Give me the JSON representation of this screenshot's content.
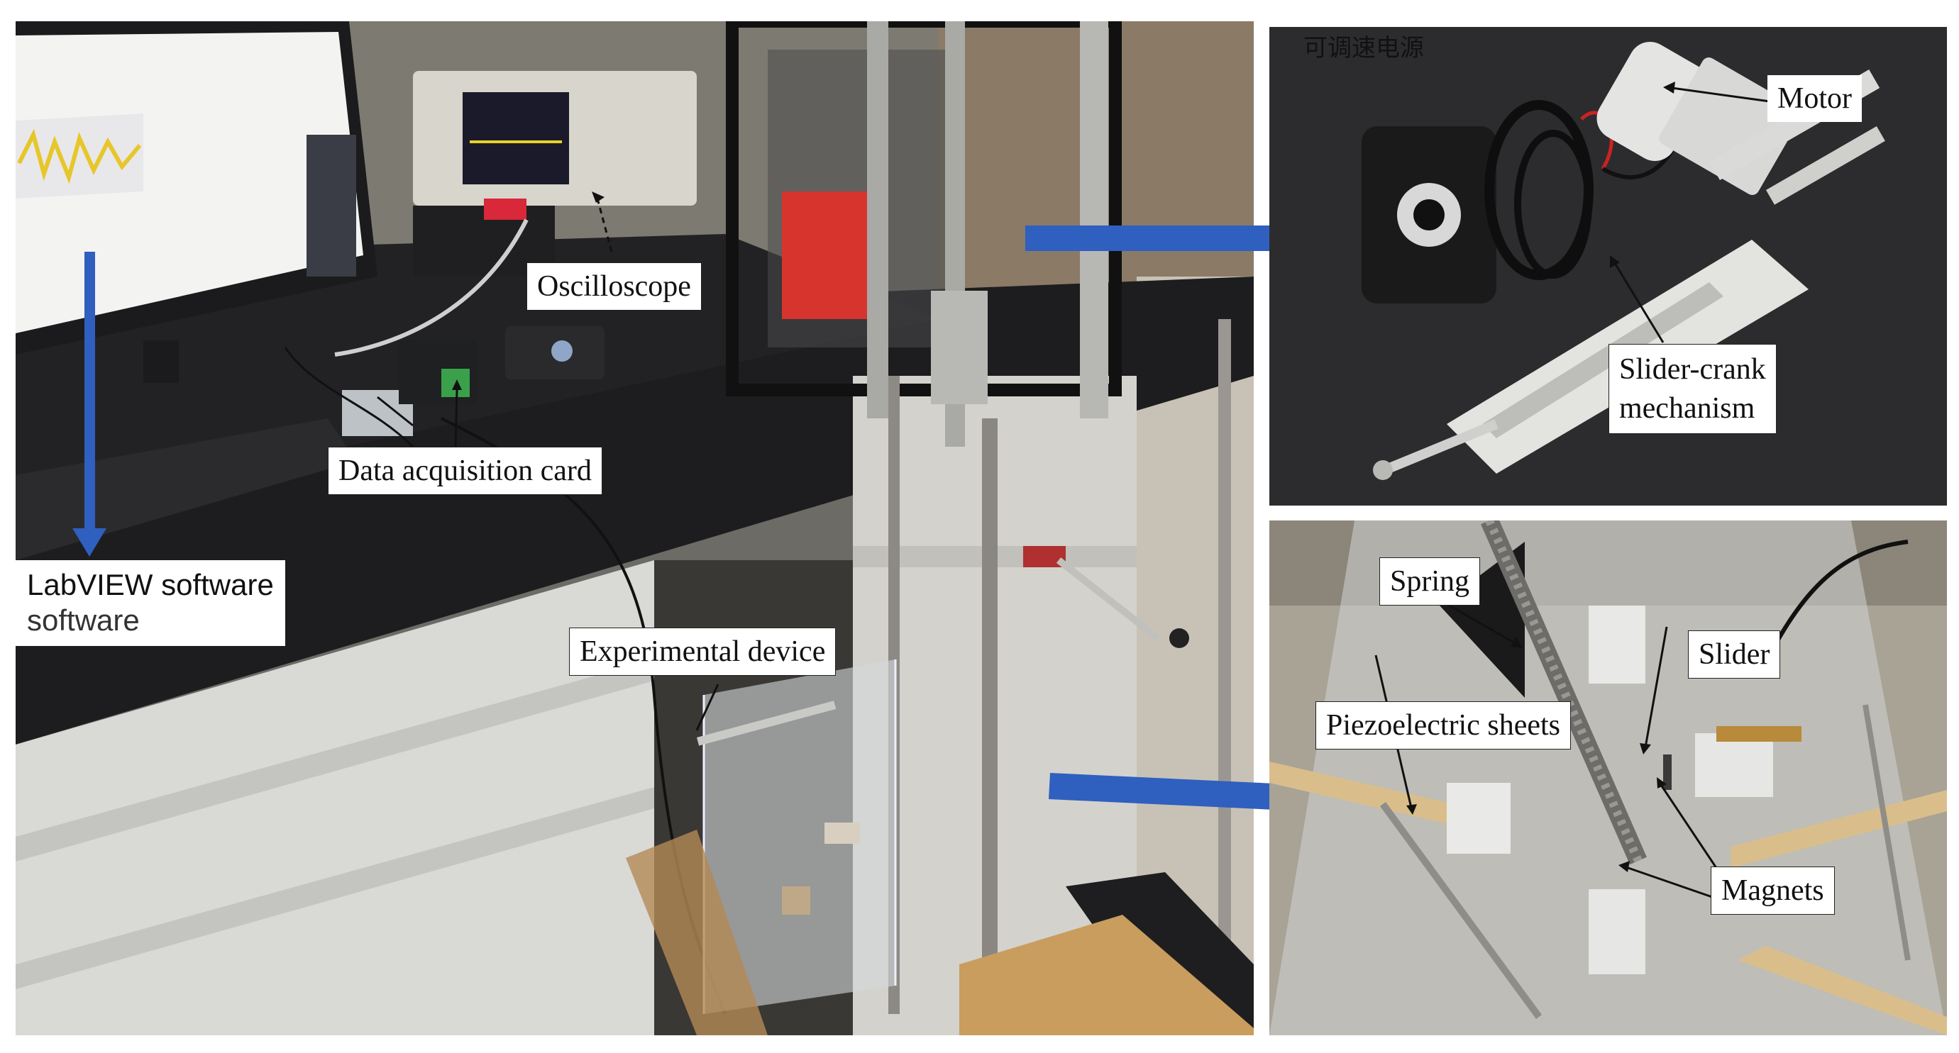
{
  "main_panel": {
    "labels": {
      "oscilloscope": "Oscilloscope",
      "daq": "Data acquisition card",
      "labview_line1": "LabVIEW software",
      "labview_line2": "software",
      "experimental": "Experimental device"
    }
  },
  "top_right_panel": {
    "power_supply_caption": "可调速电源",
    "labels": {
      "motor": "Motor",
      "slider_crank_line1": "Slider-crank",
      "slider_crank_line2": "mechanism"
    }
  },
  "bottom_right_panel": {
    "labels": {
      "spring": "Spring",
      "slider": "Slider",
      "piezo": "Piezoelectric sheets",
      "magnets": "Magnets"
    }
  },
  "colors": {
    "arrow_blue": "#2f5fbf",
    "label_bg": "#ffffff",
    "bench_top": "#1c1c1e",
    "cabinet": "#d8d8d6"
  }
}
